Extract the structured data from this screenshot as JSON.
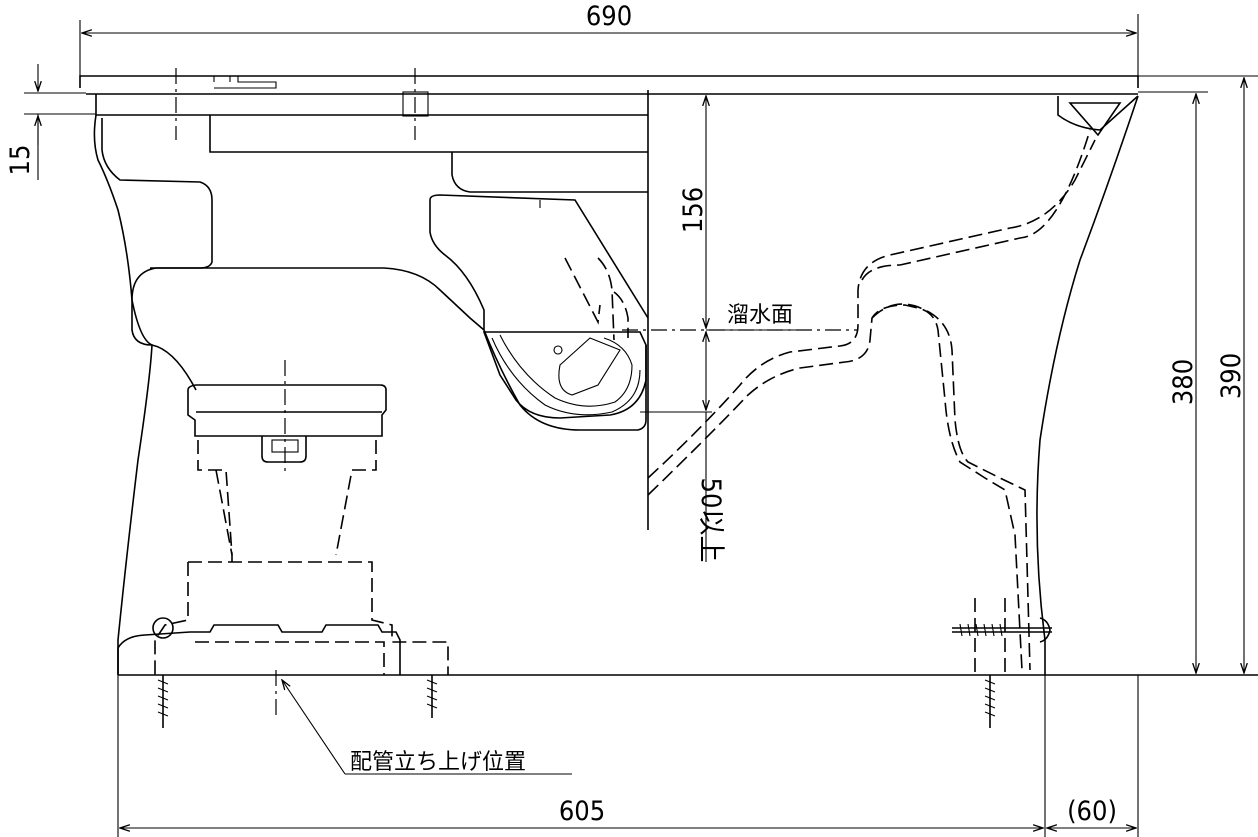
{
  "drawing": {
    "dimensions": {
      "overall_width": "690",
      "base_width": "605",
      "rear_offset": "(60)",
      "rim_thickness": "15",
      "height_to_rim": "380",
      "overall_height": "390",
      "outlet_height": "156",
      "seal_depth": "50以上"
    },
    "labels": {
      "water_surface": "溜水面",
      "pipe_position": "配管立ち上げ位置"
    }
  }
}
